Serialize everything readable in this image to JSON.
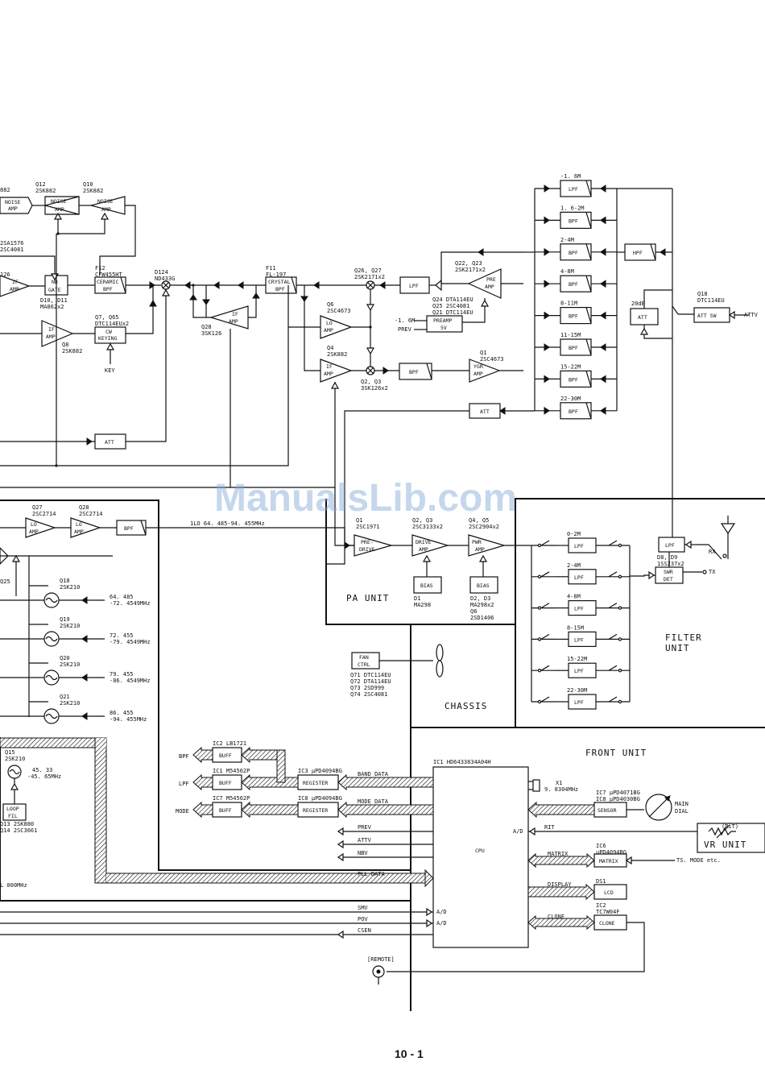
{
  "watermark": "ManualsLib.com",
  "page_number": "10 - 1",
  "units": {
    "pa": "PA UNIT",
    "filter": "FILTER\nUNIT",
    "filter_l1": "FILTER",
    "filter_l2": "UNIT",
    "chassis": "CHASSIS",
    "front": "FRONT UNIT",
    "vr": "VR UNIT"
  },
  "top_chain": {
    "noise_amp_1": [
      "NOISE",
      "AMP"
    ],
    "noise_amp_1_ref": "882",
    "q12": [
      "Q12",
      "2SK882"
    ],
    "q10": [
      "Q10",
      "2SK882"
    ],
    "noise_amp_2": [
      "NOISE",
      "AMP"
    ],
    "noise_amp_3": [
      "NOISE",
      "AMP"
    ],
    "q_left": [
      "2SA1576",
      "2SC4081"
    ],
    "q_left_126": "126",
    "if_amp_1": [
      "IF",
      "AMP"
    ],
    "nb_gate": [
      "NB",
      "GATE"
    ],
    "d10": [
      "D10, D11",
      "MA862x2"
    ],
    "f12": [
      "F12",
      "CFW455HT"
    ],
    "ceramic_bpf": [
      "CERAMIC",
      "BPF"
    ],
    "d124": [
      "D124",
      "ND433G"
    ],
    "if_amp_2": [
      "IF",
      "AMP"
    ],
    "q8": [
      "Q8",
      "2SK882"
    ],
    "cw_keying": [
      "CW",
      "KEYING"
    ],
    "q7": [
      "Q7, Q65",
      "DTC114EUx2"
    ],
    "key": "KEY",
    "q28": [
      "Q28",
      "3SK126"
    ],
    "if_amp_3": [
      "IF",
      "AMP"
    ],
    "f11": [
      "F11",
      "FL-197"
    ],
    "crystal_bpf": [
      "CRYSTAL",
      "BPF"
    ],
    "q6": [
      "Q6",
      "2SC4673"
    ],
    "lo_amp": [
      "LO",
      "AMP"
    ],
    "q4": [
      "Q4",
      "2SK882"
    ],
    "if_amp_4": [
      "IF",
      "AMP"
    ],
    "q26": [
      "Q26, Q27",
      "2SK2171x2"
    ],
    "lpf_mid": "LPF",
    "q22": [
      "Q22, Q23",
      "2SK2171x2"
    ],
    "pre_amp": [
      "PRE",
      "AMP"
    ],
    "q24": [
      "Q24  DTA114EU",
      "Q25  2SC4081",
      "Q21  DTC114EU"
    ],
    "preamp_1_6m": "-1. 6M",
    "prev_in": "PREV",
    "preamp_5v": [
      "PREAMP",
      "5V"
    ],
    "q2": [
      "Q2, Q3",
      "3SK126x2"
    ],
    "bpf_mid": "BPF",
    "q1": [
      "Q1",
      "2SC4673"
    ],
    "ygr_amp": [
      "YGR",
      "AMP"
    ],
    "att_mid": "ATT",
    "att_bottom": "ATT"
  },
  "band_filters": [
    {
      "range": "-1. 6M",
      "type": "LPF"
    },
    {
      "range": "1. 6-2M",
      "type": "BPF"
    },
    {
      "range": "2-4M",
      "type": "BPF"
    },
    {
      "range": "4-8M",
      "type": "BPF"
    },
    {
      "range": "8-11M",
      "type": "BPF"
    },
    {
      "range": "11-15M",
      "type": "BPF"
    },
    {
      "range": "15-22M",
      "type": "BPF"
    },
    {
      "range": "22-30M",
      "type": "BPF"
    }
  ],
  "hpf": "HPF",
  "att_20db": {
    "label": "20dB",
    "box": "ATT"
  },
  "q18_top": [
    "Q18",
    "DTC114EU"
  ],
  "att_sw": "ATT SW",
  "attv_in": "ATTV",
  "vco": {
    "q27": [
      "Q27",
      "2SC2714"
    ],
    "q28": [
      "Q28",
      "2SC2714"
    ],
    "lo_amp1": [
      "LO",
      "AMP"
    ],
    "lo_amp2": [
      "LO",
      "AMP"
    ],
    "bpf": "BPF",
    "q25": "Q25",
    "lo_label": "1LO   64. 485-94. 455MHz",
    "oscillators": [
      {
        "q": "Q18",
        "dev": "2SK210",
        "freq1": "64. 485",
        "freq2": "-72. 4549MHz"
      },
      {
        "q": "Q19",
        "dev": "2SK210",
        "freq1": "72. 455",
        "freq2": "-79. 4549MHz"
      },
      {
        "q": "Q20",
        "dev": "2SK210",
        "freq1": "79. 455",
        "freq2": "-86. 4549MHz"
      },
      {
        "q": "Q21",
        "dev": "2SK210",
        "freq1": "86. 455",
        "freq2": "-94. 455MHz"
      }
    ],
    "q15": [
      "Q15",
      "2SK210"
    ],
    "q15_freq": [
      "45. 33",
      "-45. 65MHz"
    ],
    "loop_fil": [
      "LOOP",
      "FIL"
    ],
    "q13": [
      "Q13  2SK880",
      "Q14  2SC3661"
    ],
    "pll_freq": "L 000MHz"
  },
  "pa_unit": {
    "q1": [
      "Q1",
      "2SC1971"
    ],
    "pre_drive": [
      "PRE-",
      "DRIVE"
    ],
    "q2": [
      "Q2, Q3",
      "2SC3133x2"
    ],
    "drive_amp": [
      "DRIVE",
      "AMP"
    ],
    "q4": [
      "Q4, Q5",
      "2SC2904x2"
    ],
    "pwr_amp": [
      "PWR",
      "AMP"
    ],
    "bias1": "BIAS",
    "bias2": "BIAS",
    "d1": [
      "D1",
      "MA298"
    ],
    "d2": [
      "D2, D3",
      "MA298x2",
      "Q6",
      "2SD1406"
    ]
  },
  "filter_unit": {
    "lpfs": [
      {
        "range": "0-2M",
        "type": "LPF"
      },
      {
        "range": "2-4M",
        "type": "LPF"
      },
      {
        "range": "4-8M",
        "type": "LPF"
      },
      {
        "range": "8-15M",
        "type": "LPF"
      },
      {
        "range": "15-22M",
        "type": "LPF"
      },
      {
        "range": "22-30M",
        "type": "LPF"
      }
    ],
    "lpf_ant": "LPF",
    "d8": [
      "D8, D9",
      "1SS237x2"
    ],
    "swr_det": [
      "SWR",
      "DET"
    ],
    "rx": "RX",
    "tx": "TX"
  },
  "chassis": {
    "fan_ctrl": [
      "FAN",
      "CTRL"
    ],
    "fan_q": [
      "Q71  DTC114EU",
      "Q72  DTA114EU",
      "Q73  2SD999",
      "Q74  2SC4081"
    ]
  },
  "front": {
    "ic1": "IC1  HD6433834A04H",
    "cpu": "CPU",
    "ad1": "A/D",
    "ad2": "A/D",
    "ad3": "A/D",
    "x1": [
      "X1",
      "9. 8304MHz"
    ],
    "ic7": [
      "IC7  μPD4071BG",
      "IC8  μPD4030BG"
    ],
    "sensor": "SENSOR",
    "main_dial": [
      "MAIN",
      "DIAL"
    ],
    "rit": "RIT",
    "rit_vr": "(RiT)",
    "matrix_sig": "MATRIX",
    "ic6": [
      "IC6",
      "μPD4094BG"
    ],
    "matrix": "MATRIX",
    "ts_mode": "TS. MODE etc.",
    "display_sig": "DISPLAY",
    "ds1": "DS1",
    "lcd": "LCD",
    "clone_sig": "CLONE",
    "ic2": [
      "IC2",
      "TC7W04F"
    ],
    "clone": "CLONE",
    "remote": "[REMOTE]"
  },
  "buses": {
    "ic2_lb": "IC2  LB1721",
    "ic1_m": "IC1  M54562P",
    "ic7_m": "IC7  M54562P",
    "buff1": "BUFF",
    "buff2": "BUFF",
    "buff3": "BUFF",
    "bpf": "BPF",
    "lpf": "LPF",
    "mode": "MODE",
    "ic3": "IC3  μPD4094BG",
    "ic8": "IC8  μPD4094BG",
    "register1": "REGISTER",
    "register2": "REGISTER",
    "band_data": "BAND DATA",
    "mode_data": "MODE DATA",
    "prev": "PREV",
    "attv": "ATTV",
    "nbv": "NBV",
    "pll_data": "PLL DATA",
    "smv": "SMV",
    "pov": "POV",
    "csen": "CSEN"
  }
}
